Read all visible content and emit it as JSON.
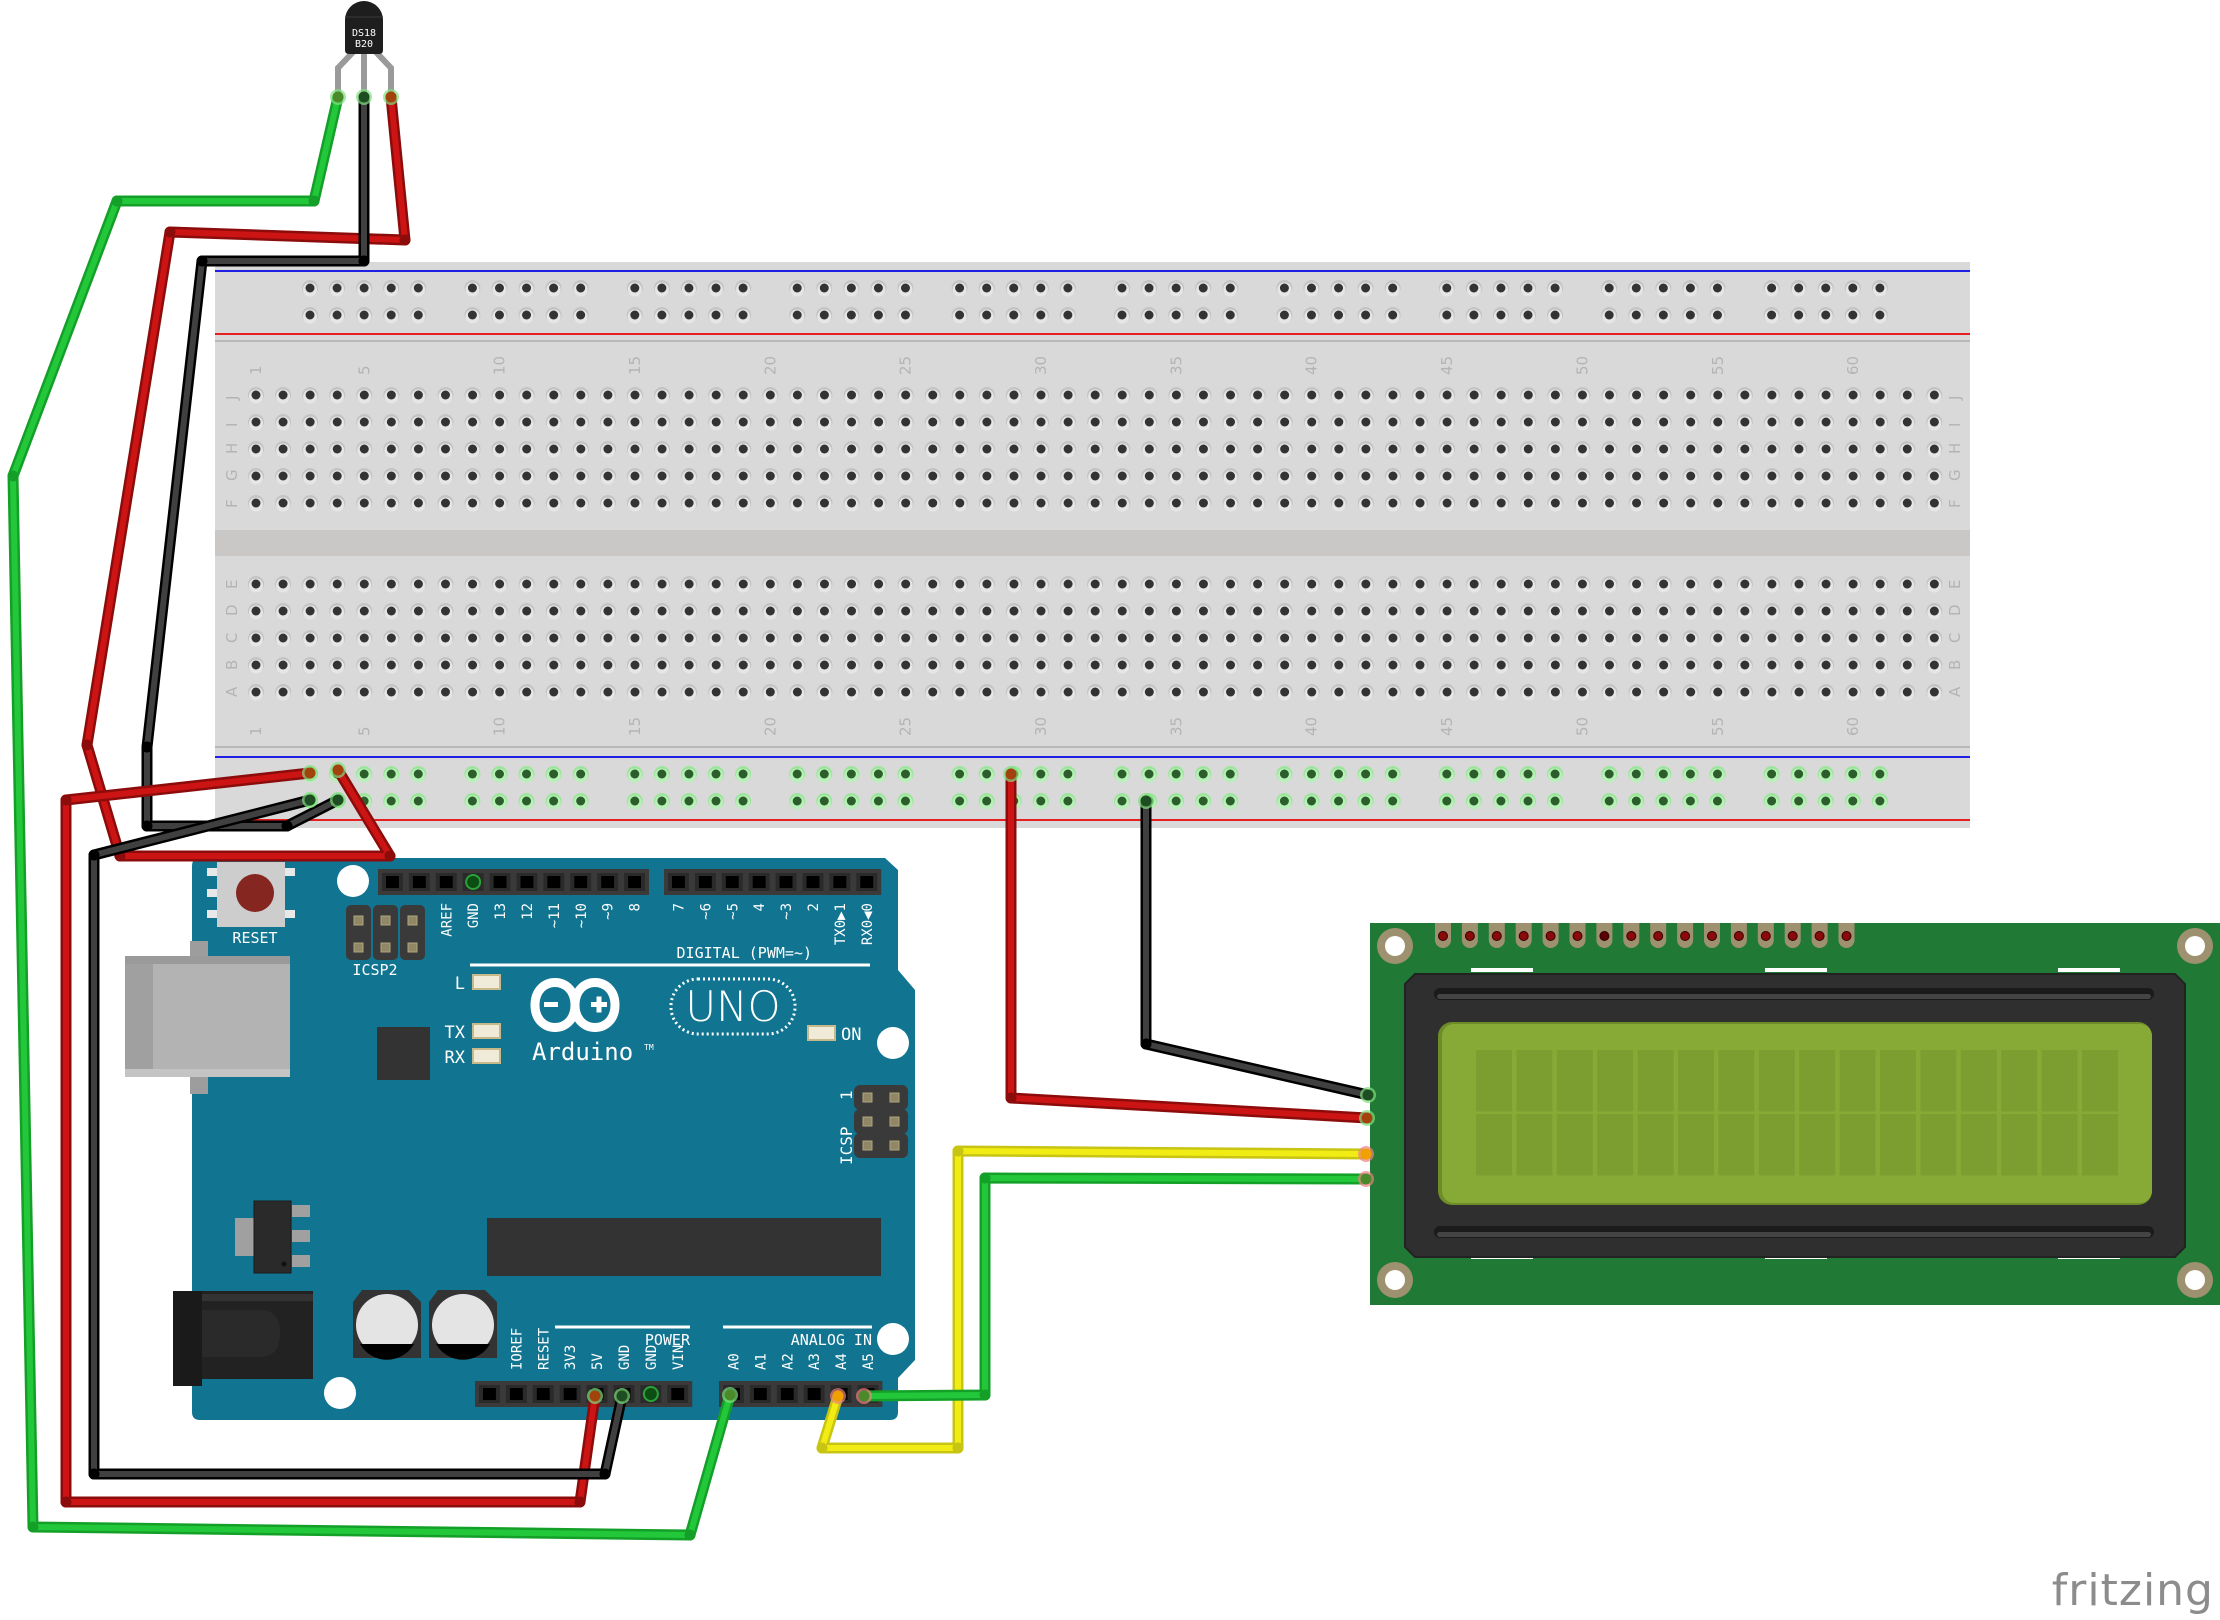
{
  "watermark": "fritzing",
  "sensor": {
    "label_line1": "DS18",
    "label_line2": "B20",
    "pins": [
      "data",
      "gnd",
      "vcc"
    ]
  },
  "breadboard": {
    "columns": 63,
    "column_label_step": 5,
    "column_labels": [
      "1",
      "5",
      "10",
      "15",
      "20",
      "25",
      "30",
      "35",
      "40",
      "45",
      "50",
      "55",
      "60"
    ],
    "rows_top": [
      "J",
      "I",
      "H",
      "G",
      "F"
    ],
    "rows_bottom": [
      "E",
      "D",
      "C",
      "B",
      "A"
    ],
    "rail_groups": 10,
    "rail_holes_per_group": 5
  },
  "arduino": {
    "model_label": "UNO",
    "brand_label": "Arduino",
    "trademark": "TM",
    "reset_label": "RESET",
    "icsp2_label": "ICSP2",
    "icsp_label": "ICSP",
    "icsp_pin1": "1",
    "led_labels": {
      "l": "L",
      "tx": "TX",
      "rx": "RX",
      "on": "ON"
    },
    "digital_header_label": "DIGITAL (PWM=~)",
    "digital_pins_left": [
      "AREF",
      "GND",
      "13",
      "12",
      "~11",
      "~10",
      "~9",
      "8"
    ],
    "digital_pins_right": [
      "7",
      "~6",
      "~5",
      "4",
      "~3",
      "2",
      "TX0▶1",
      "RX0◀0"
    ],
    "power_header_label": "POWER",
    "power_pins": [
      "",
      "IOREF",
      "RESET",
      "3V3",
      "5V",
      "GND",
      "GND",
      "VIN"
    ],
    "analog_header_label": "ANALOG IN",
    "analog_pins": [
      "A0",
      "A1",
      "A2",
      "A3",
      "A4",
      "A5"
    ]
  },
  "lcd": {
    "type": "16x2",
    "columns": 16,
    "rows": 2,
    "pin_count": 16,
    "screen_color": "#87aa36"
  },
  "wire_colors": {
    "red": "#cc1414",
    "black": "#404040",
    "green": "#22c83a",
    "yellow": "#f0ec14"
  },
  "wires": [
    {
      "id": "sensor-data",
      "color": "green",
      "from": "DS18B20 data",
      "to": "Arduino A0"
    },
    {
      "id": "sensor-vcc",
      "color": "red",
      "from": "DS18B20 VCC",
      "to": "Breadboard + rail"
    },
    {
      "id": "sensor-gnd",
      "color": "black",
      "from": "DS18B20 GND",
      "to": "Breadboard - rail"
    },
    {
      "id": "arduino-5v",
      "color": "red",
      "from": "Arduino 5V",
      "to": "Breadboard + rail"
    },
    {
      "id": "arduino-gnd",
      "color": "black",
      "from": "Arduino GND",
      "to": "Breadboard - rail"
    },
    {
      "id": "lcd-vcc",
      "color": "red",
      "from": "Breadboard + rail",
      "to": "LCD VCC"
    },
    {
      "id": "lcd-gnd",
      "color": "black",
      "from": "Breadboard - rail",
      "to": "LCD GND"
    },
    {
      "id": "lcd-sda",
      "color": "yellow",
      "from": "Arduino A4",
      "to": "LCD SDA"
    },
    {
      "id": "lcd-scl",
      "color": "green",
      "from": "Arduino A5",
      "to": "LCD SCL"
    }
  ]
}
